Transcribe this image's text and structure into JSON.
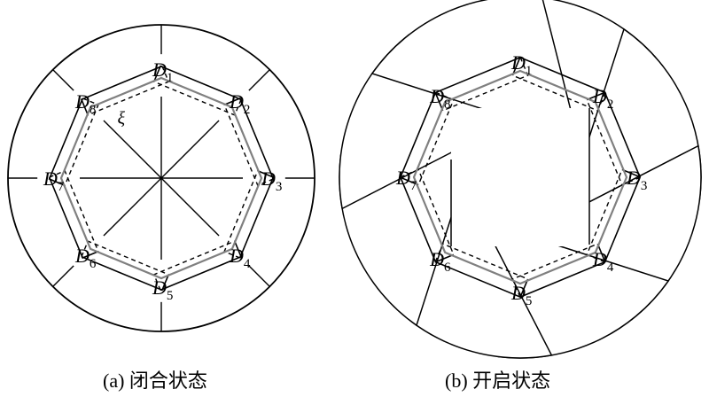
{
  "panels": [
    {
      "id": "a",
      "caption": "(a) 闭合状态",
      "zeta_label": "ξ",
      "labels": [
        {
          "letter": "D",
          "sub": "1"
        },
        {
          "letter": "D",
          "sub": "2"
        },
        {
          "letter": "D",
          "sub": "3"
        },
        {
          "letter": "D",
          "sub": "4"
        },
        {
          "letter": "D",
          "sub": "5"
        },
        {
          "letter": "D",
          "sub": "6"
        },
        {
          "letter": "D",
          "sub": "7"
        },
        {
          "letter": "D",
          "sub": "8"
        }
      ]
    },
    {
      "id": "b",
      "caption": "(b) 开启状态",
      "labels": [
        {
          "letter": "D",
          "sub": "1"
        },
        {
          "letter": "D",
          "sub": "2"
        },
        {
          "letter": "D",
          "sub": "3"
        },
        {
          "letter": "D",
          "sub": "4"
        },
        {
          "letter": "D",
          "sub": "5"
        },
        {
          "letter": "D",
          "sub": "6"
        },
        {
          "letter": "D",
          "sub": "7"
        },
        {
          "letter": "D",
          "sub": "8"
        }
      ]
    }
  ],
  "colors": {
    "line": "#000000",
    "linkage": "#808080",
    "background": "#ffffff"
  }
}
